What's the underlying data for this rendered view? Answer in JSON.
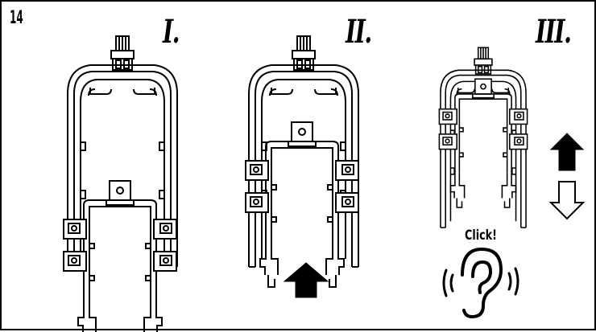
{
  "page": {
    "number": "14"
  },
  "steps": [
    {
      "label": "I."
    },
    {
      "label": "II."
    },
    {
      "label": "III."
    }
  ],
  "sound": {
    "label": "Click!",
    "icon": "ear-sound-icon"
  },
  "arrows": {
    "up": "arrow-up-icon",
    "down": "arrow-down-outline-icon"
  },
  "colors": {
    "line": "#000000",
    "background": "#ffffff"
  }
}
